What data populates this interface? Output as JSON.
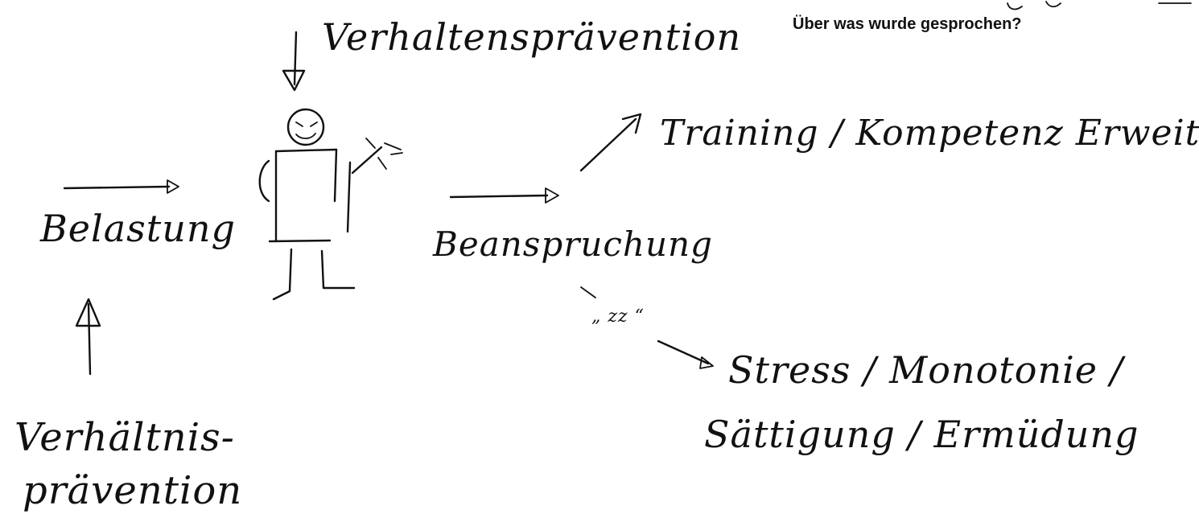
{
  "header": {
    "question": "Über was wurde gesprochen?"
  },
  "labels": {
    "verhaltens_top": "Verhaltensprävention",
    "belastung": "Belastung",
    "verhaltnis_line1": "Verhältnis-",
    "verhaltnis_line2": "prävention",
    "beanspruchung": "Beanspruchung",
    "training": "Training / Kompetenz Erweitern",
    "zz": "„ zz “",
    "stress_line1": "Stress / Monotonie /",
    "stress_line2": "Sättigung / Ermüdung"
  },
  "colors": {
    "ink": "#111111",
    "background": "#ffffff"
  },
  "icons": {
    "figure": "stick-figure-icon",
    "arrow": "arrow-icon"
  }
}
